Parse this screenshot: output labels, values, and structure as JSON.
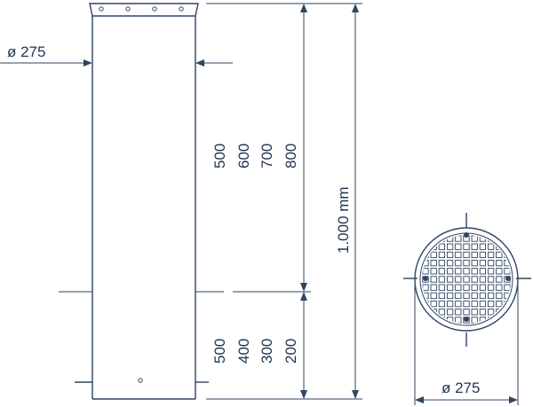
{
  "labels": {
    "diameter_top": "ø 275",
    "diameter_bottom": "ø 275",
    "total_length": "1.000 mm",
    "upper_lengths": [
      "500",
      "600",
      "700",
      "800"
    ],
    "lower_lengths": [
      "500",
      "400",
      "300",
      "200"
    ]
  },
  "colors": {
    "line": "#2f4560",
    "text": "#1e3550",
    "background": "#ffffff"
  }
}
